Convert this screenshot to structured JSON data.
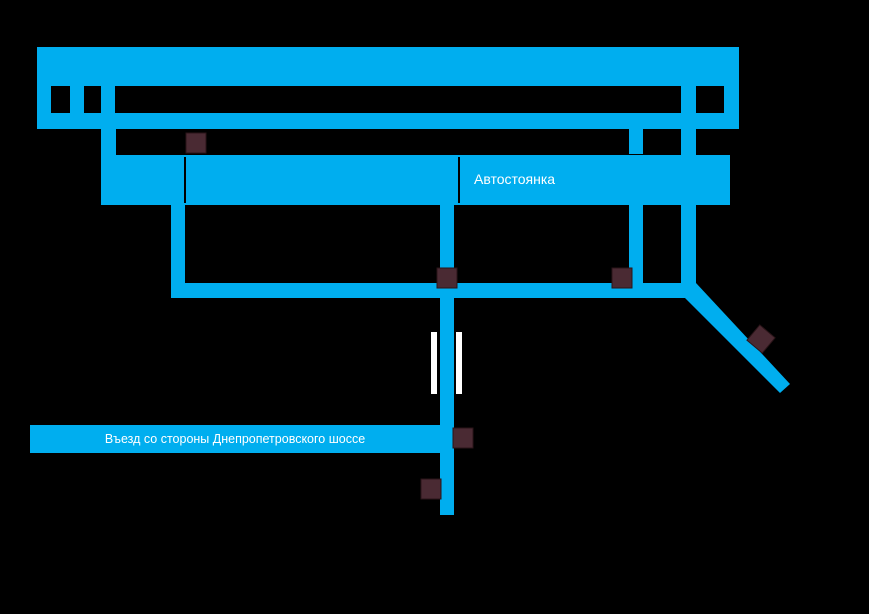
{
  "map": {
    "labels": {
      "parking": "Автостоянка",
      "entrance": "Въезд со стороны Днепропетровского шоссе"
    },
    "colors": {
      "background": "#000000",
      "road": "#00aeef",
      "marker": "#4a2a33",
      "gate": "#ffffff",
      "label_text": "#ffffff"
    },
    "markers": [
      {
        "name": "marker-top-left"
      },
      {
        "name": "marker-center-junction"
      },
      {
        "name": "marker-right-junction"
      },
      {
        "name": "marker-diagonal"
      },
      {
        "name": "marker-entrance-junction"
      },
      {
        "name": "marker-bottom"
      }
    ]
  }
}
